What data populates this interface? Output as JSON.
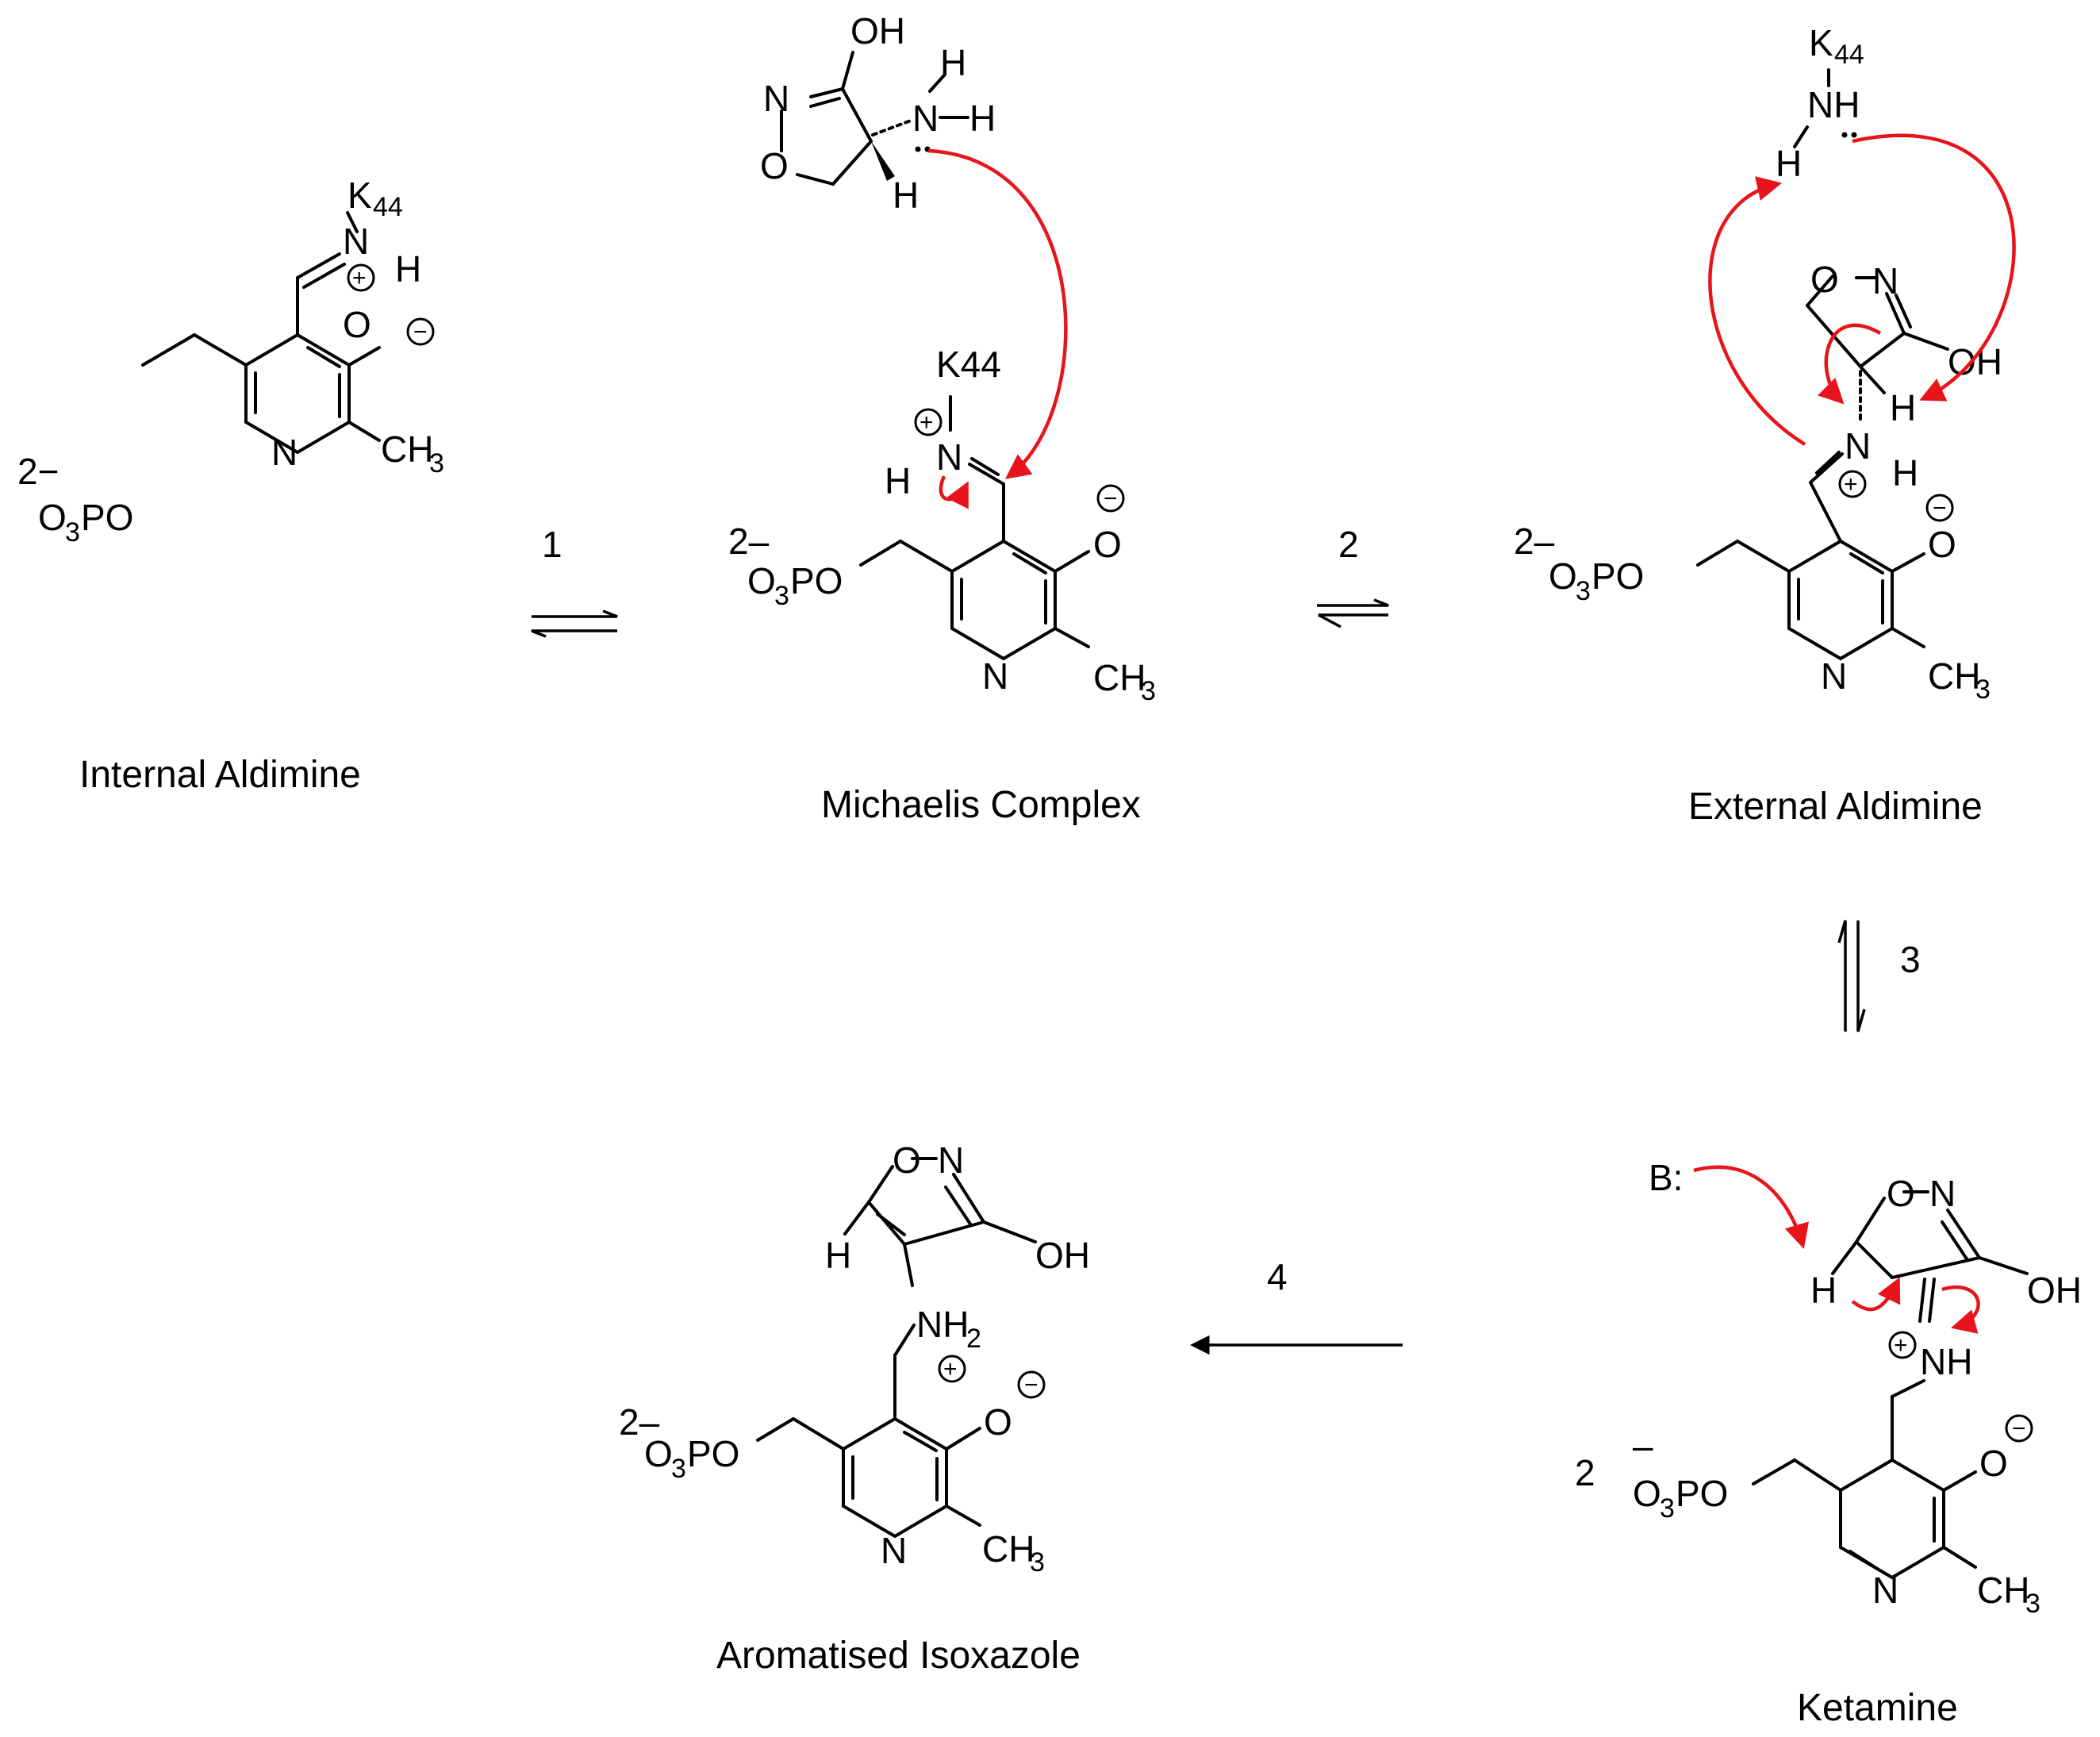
{
  "structures": {
    "internal": {
      "caption": "Internal Aldimine",
      "lys_label": "K",
      "lys_sub": "44",
      "charge_dianion": "2−",
      "phosphate_O": "O",
      "phosphate_sub": "3",
      "phosphate_PO": "PO",
      "n_ring": "N",
      "n_imine": "N",
      "h": "H",
      "o_minus": "O",
      "methyl": "CH",
      "methyl_sub": "3",
      "plus": "+",
      "minus": "−"
    },
    "michaelis": {
      "caption": "Michaelis Complex",
      "lys_label": "K44",
      "ring_O": "O",
      "ring_N": "N",
      "oh": "OH",
      "amine_N": "N",
      "h": "H",
      "charge_dianion": "2–",
      "phosphate_O": "O",
      "phosphate_sub": "3",
      "phosphate_PO": "PO",
      "n_ring": "N",
      "n_imine": "N",
      "o_minus": "O",
      "methyl": "CH",
      "methyl_sub": "3",
      "plus": "+",
      "minus": "−"
    },
    "external": {
      "caption": "External Aldimine",
      "lys_label": "K",
      "lys_sub": "44",
      "nh": "NH",
      "h": "H",
      "ring_O": "O",
      "ring_N": "N",
      "oh": "OH",
      "n_imine": "N",
      "charge_dianion": "2–",
      "phosphate_O": "O",
      "phosphate_sub": "3",
      "phosphate_PO": "PO",
      "n_ring": "N",
      "o_minus": "O",
      "methyl": "CH",
      "methyl_sub": "3",
      "plus": "+",
      "minus": "−"
    },
    "ketamine": {
      "caption": "Ketamine",
      "base": "B:",
      "ring_O": "O",
      "ring_N": "N",
      "oh": "OH",
      "h": "H",
      "nh": "NH",
      "charge_num": "2",
      "charge_minus": "–",
      "phosphate_O": "O",
      "phosphate_sub": "3",
      "phosphate_PO": "PO",
      "n_ring": "N",
      "o_minus": "O",
      "methyl": "CH",
      "methyl_sub": "3",
      "plus": "+",
      "minus": "−"
    },
    "aromatised": {
      "caption": "Aromatised Isoxazole",
      "ring_O": "O",
      "ring_N": "N",
      "oh": "OH",
      "h": "H",
      "nh": "NH",
      "nh_sub": "2",
      "charge_dianion": "2–",
      "phosphate_O": "O",
      "phosphate_sub": "3",
      "phosphate_PO": "PO",
      "n_ring": "N",
      "o_minus": "O",
      "methyl": "CH",
      "methyl_sub": "3",
      "plus": "+",
      "minus": "−"
    }
  },
  "steps": {
    "s1": "1",
    "s2": "2",
    "s3": "3",
    "s4": "4"
  },
  "colors": {
    "bonds": "#000000",
    "curly_arrows": "#e8141b",
    "background": "#ffffff"
  }
}
